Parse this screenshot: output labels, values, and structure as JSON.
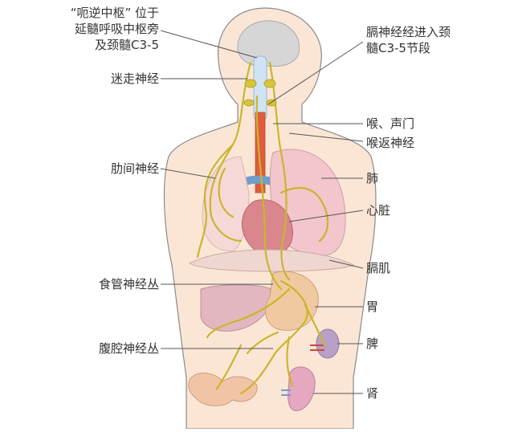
{
  "labels": {
    "hiccup_center": "“呃逆中枢” 位于\n延髓呼吸中枢旁\n及颈髓C3-5",
    "vagus": "迷走神经",
    "intercostal": "肋间神经",
    "esophageal_plexus": "食管神经丛",
    "celiac_plexus": "腹腔神经丛",
    "phrenic_entry": "膈神经经进入颈\n髓C3-5节段",
    "larynx": "喉、声门",
    "recurrent_laryngeal": "喉返神经",
    "lung": "肺",
    "heart": "心脏",
    "diaphragm": "膈肌",
    "stomach": "胃",
    "spleen": "脾",
    "kidney": "肾"
  },
  "colors": {
    "skin": "#fbe6d6",
    "outline": "#8a8a8a",
    "nerve": "#c9b62a",
    "lung": "#f2c6cc",
    "heart": "#d9868c",
    "liver": "#e3b7bf",
    "stomach": "#f1c9a0",
    "kidney": "#e6a7c0",
    "intestine": "#f0c4a4",
    "brain": "#d6d6d6",
    "vessel_blue": "#6f9ec9",
    "vessel_red": "#c94a3a"
  }
}
